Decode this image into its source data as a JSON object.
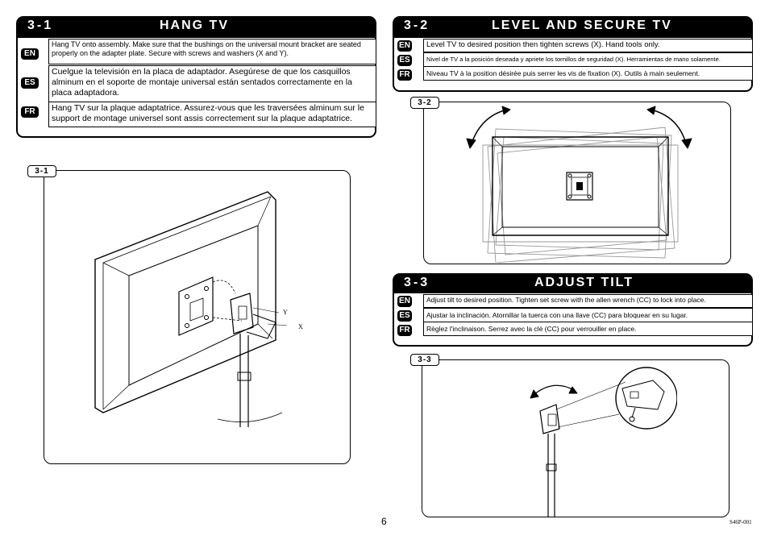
{
  "sections": {
    "hang": {
      "number": "3-1",
      "title": "HANG TV",
      "en": "Hang TV onto assembly.  Make sure that the bushings on the universal mount bracket are seated properly on the adapter plate. Secure with screws and washers (X and Y).",
      "es": "Cuelgue la televisión en la placa de adaptador. Asegúrese de que los casquillos alminum en el soporte de montaje universal están sentados correctamente en la placa adaptadora.",
      "fr": "Hang TV sur la plaque adaptatrice. Assurez-vous que les traversées alminum sur le support de montage universel sont assis correctement sur la plaque adaptatrice."
    },
    "level": {
      "number": "3-2",
      "title": "LEVEL AND SECURE TV",
      "en": "Level TV to desired position then tighten screws (X).  Hand tools only.",
      "es": "Nivel de TV a la posición deseada y apriete los tornillos de seguridad (X). Herramientas de mano solamente.",
      "fr": "Niveau TV à la position désirée puis serrer les vis de fixation (X). Outils à main seulement."
    },
    "tilt": {
      "number": "3-3",
      "title": "ADJUST TILT",
      "en": "Adjust tilt to desired position. Tighten set screw with the allen wrench (CC) to lock into place.",
      "es": "Ajustar la inclinación. Atornillar la tuerca con una llave (CC) para bloquear en su lugar.",
      "fr": "Règlez l'inclinaison. Serrez avec la clé (CC) pour verrouiller en place."
    }
  },
  "lang_badges": {
    "en": "EN",
    "es": "ES",
    "fr": "FR"
  },
  "figures": {
    "fig1_tag": "3-1",
    "fig2_tag": "3-2",
    "fig3_tag": "3-3",
    "label_y": "Y",
    "label_x": "X"
  },
  "footer": {
    "page_number": "6",
    "doc_code": "S46P-001"
  }
}
